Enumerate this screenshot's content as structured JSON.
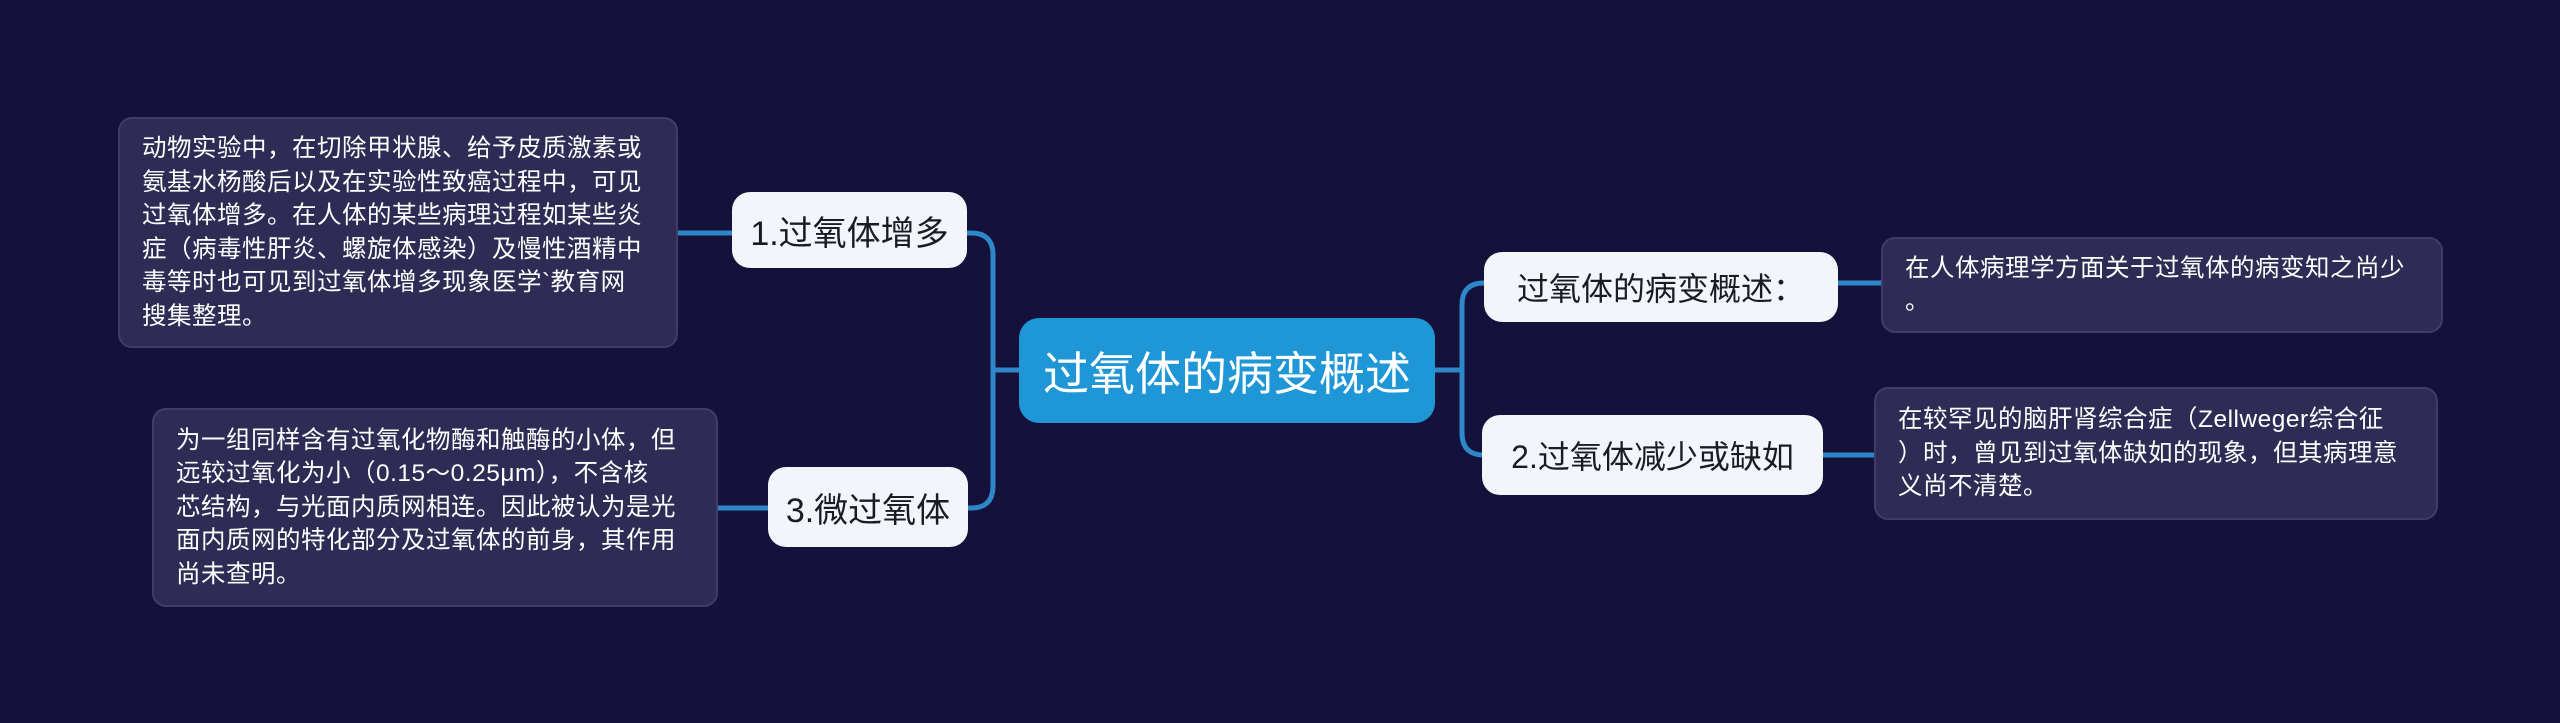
{
  "page": {
    "background": "#14123a"
  },
  "palette": {
    "root_fill": "#1f96d6",
    "root_text": "#ffffff",
    "leaf_fill": "#f3f5fb",
    "leaf_text": "#1b1b25",
    "note_fill": "#2e2c55",
    "note_border": "#3f3d68",
    "note_text": "#ffffff",
    "connector": "#2d87c9"
  },
  "nodes": {
    "root": "过氧体的病变概述",
    "increase": "1.过氧体增多",
    "micro": "3.微过氧体",
    "overview_label": "过氧体的病变概述：",
    "decrease": "2.过氧体减少或缺如"
  },
  "notes": {
    "left_top": "动物实验中，在切除甲状腺、给予皮质激素或\n氨基水杨酸后以及在实验性致癌过程中，可见\n过氧体增多。在人体的某些病理过程如某些炎\n症（病毒性肝炎、螺旋体感染）及慢性酒精中\n毒等时也可见到过氧体增多现象医学`教育网\n搜集整理。",
    "left_bottom": "为一组同样含有过氧化物酶和触酶的小体，但\n远较过氧化为小（0.15～0.25μm），不含核\n芯结构，与光面内质网相连。因此被认为是光\n面内质网的特化部分及过氧体的前身，其作用\n尚未查明。",
    "right_top": "在人体病理学方面关于过氧体的病变知之尚少\n。",
    "right_bottom": "在较罕见的脑肝肾综合症（Zellweger综合征\n）时，曾见到过氧体缺如的现象，但其病理意\n义尚不清楚。"
  }
}
